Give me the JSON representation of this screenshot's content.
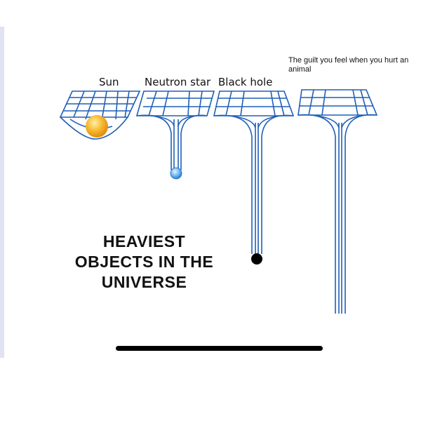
{
  "labels": {
    "sun": "Sun",
    "neutron_star": "Neutron star",
    "black_hole": "Black hole"
  },
  "caption": "The guilt you feel when you hurt an animal",
  "headline": "HEAVIEST OBJECTS IN THE UNIVERSE",
  "colors": {
    "grid_line": "#1f5fb8",
    "grid_fill": "#ffffff",
    "sun_ball": "#f3a21a",
    "neutron_ball": "#5aa8e8",
    "black_hole_ball": "#000000",
    "home_bar": "#000000"
  }
}
